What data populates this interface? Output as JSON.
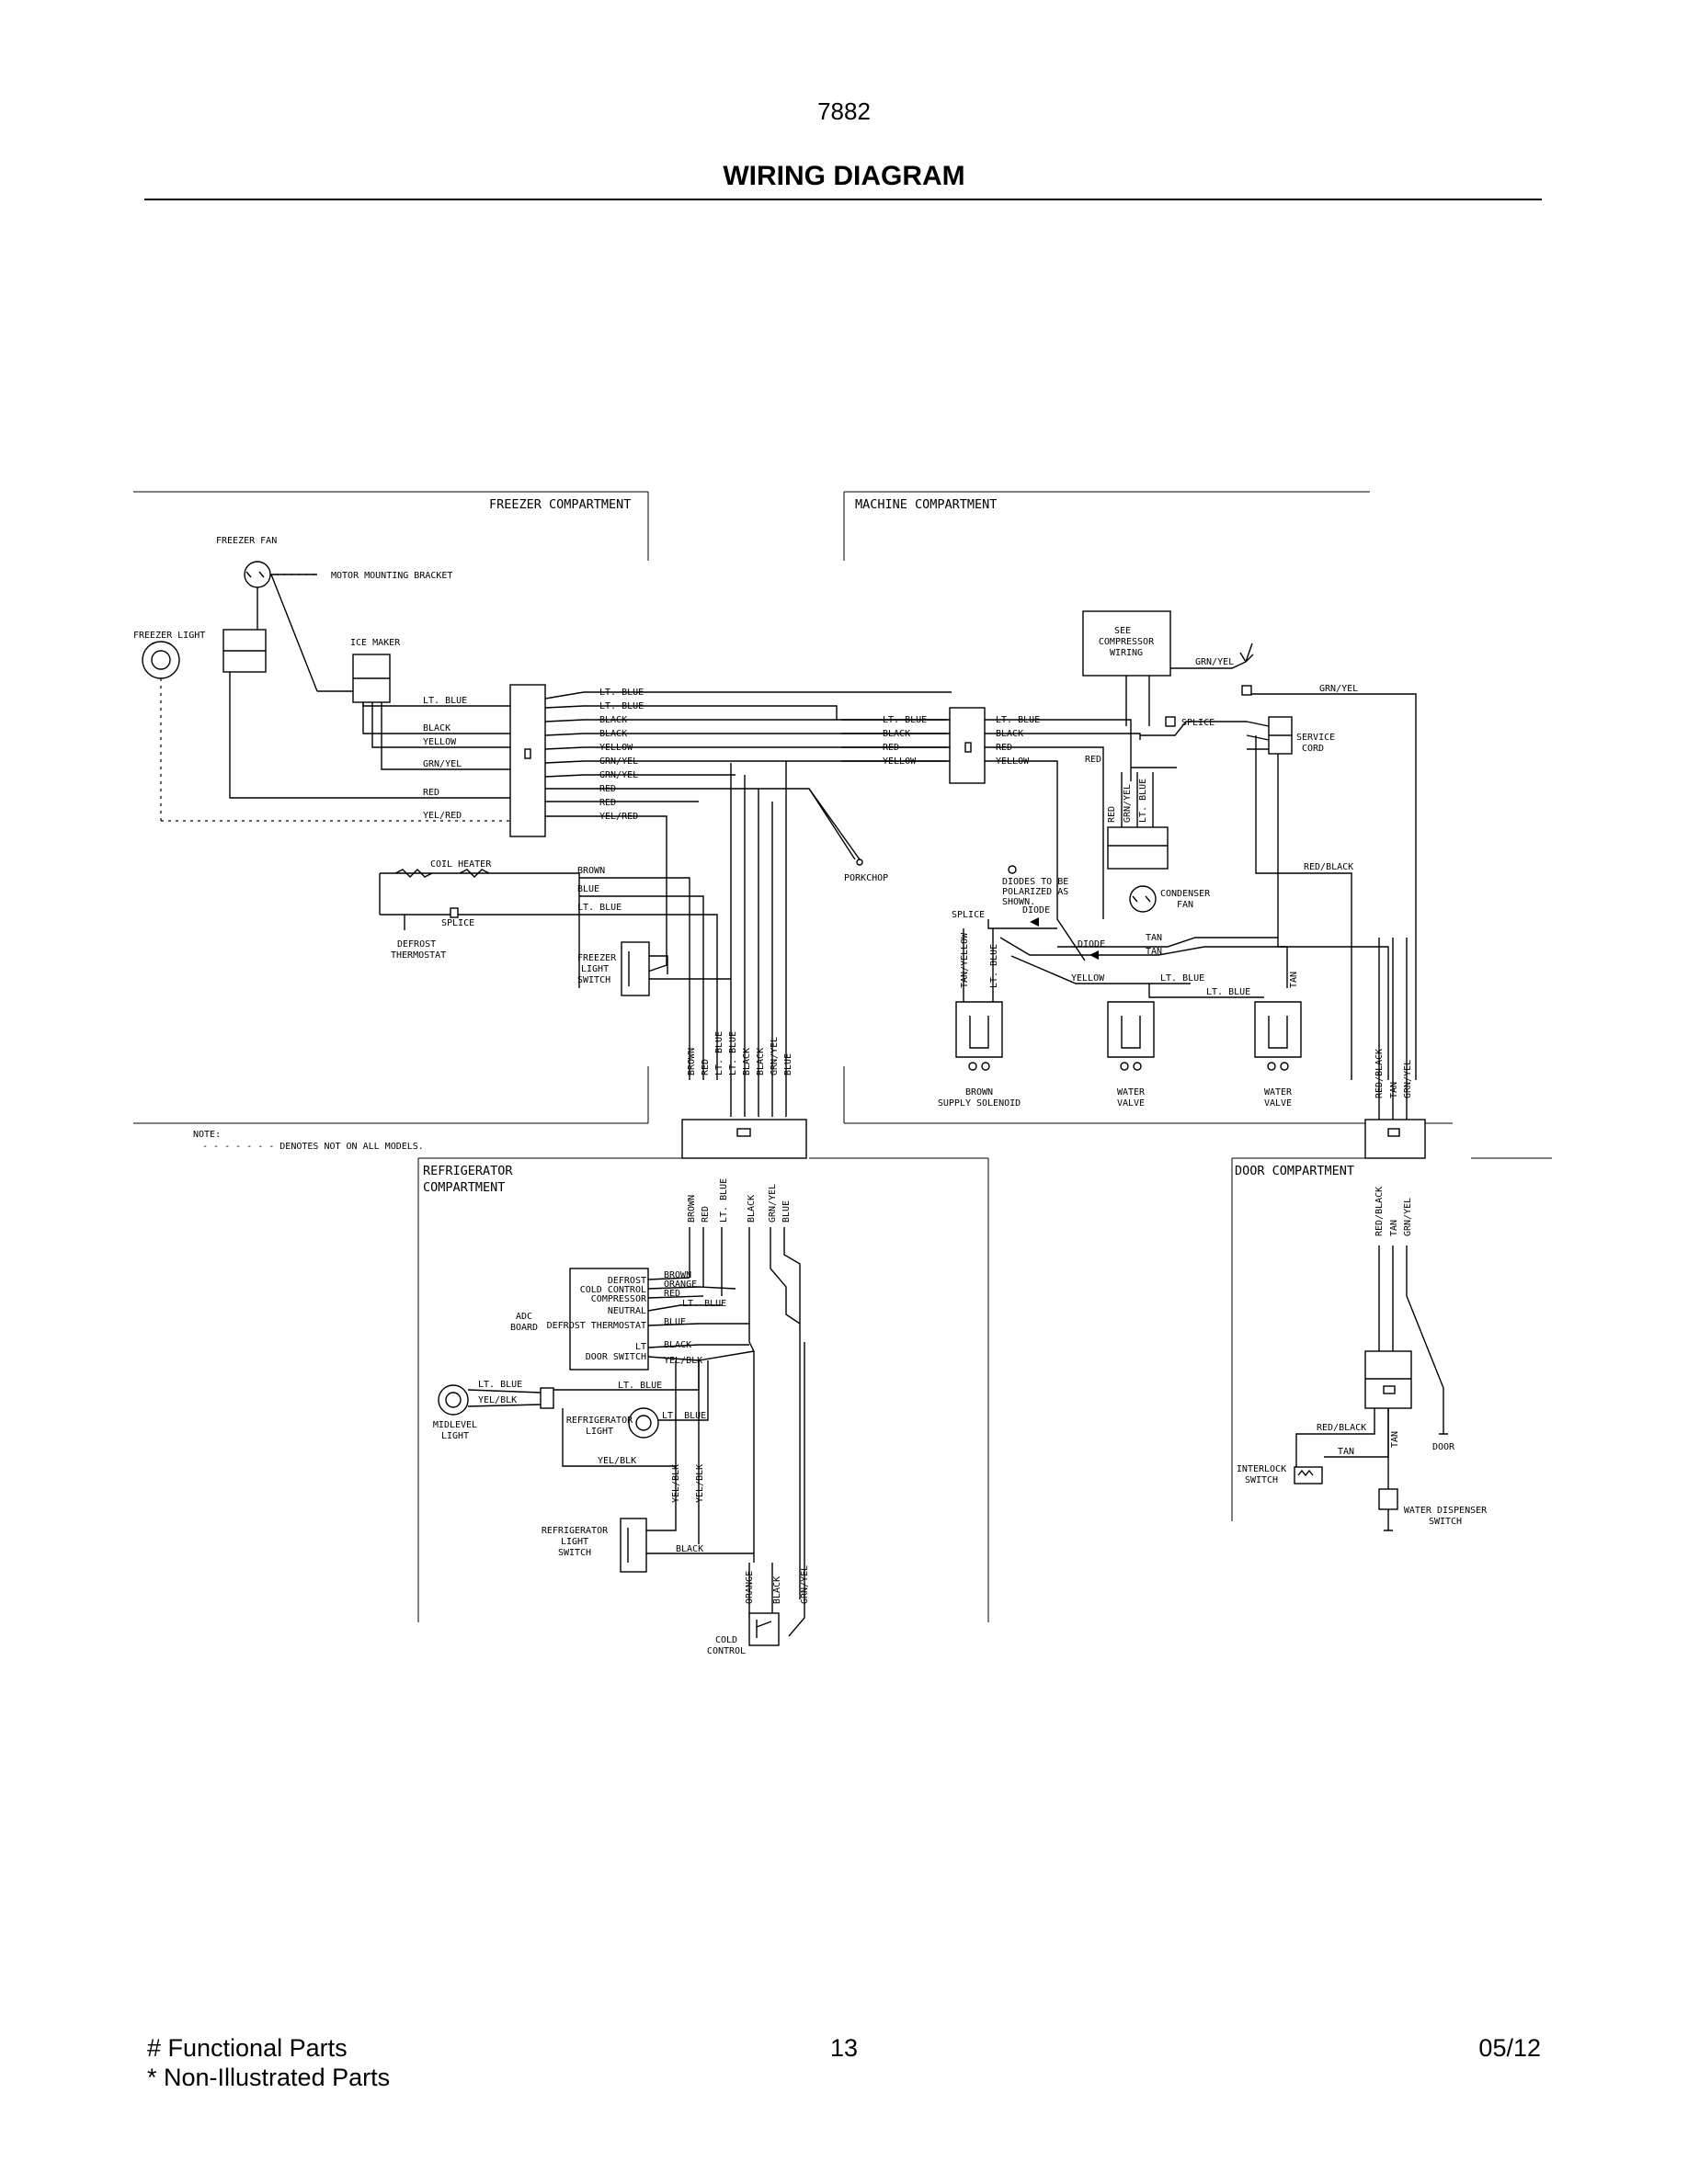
{
  "header": {
    "model": "7882",
    "title": "WIRING DIAGRAM"
  },
  "sections": {
    "freezer": "FREEZER COMPARTMENT",
    "machine": "MACHINE COMPARTMENT",
    "refrigerator": [
      "REFRIGERATOR",
      "COMPARTMENT"
    ],
    "door": "DOOR COMPARTMENT"
  },
  "note": {
    "title": "NOTE:",
    "text": "- - - - - - - DENOTES NOT ON ALL MODELS."
  },
  "components": {
    "freezer_fan": "FREEZER FAN",
    "motor_bracket": "MOTOR MOUNTING BRACKET",
    "freezer_light": "FREEZER LIGHT",
    "ice_maker": "ICE MAKER",
    "coil_heater": "COIL HEATER",
    "splice_freezer": "SPLICE",
    "defrost_thermostat": [
      "DEFROST",
      "THERMOSTAT"
    ],
    "freezer_light_switch": [
      "FREEZER",
      "LIGHT",
      "SWITCH"
    ],
    "porkchop": "PORKCHOP",
    "compressor": [
      "SEE",
      "COMPRESSOR",
      "WIRING"
    ],
    "splice_machine": "SPLICE",
    "service_cord": [
      "SERVICE",
      "CORD"
    ],
    "diodes_note": [
      "DIODES TO BE",
      "POLARIZED AS",
      "SHOWN."
    ],
    "diode_1": "DIODE",
    "diode_2": "DIODE",
    "splice_valve": "SPLICE",
    "condenser_fan": [
      "CONDENSER",
      "FAN"
    ],
    "supply_solenoid": [
      "BROWN",
      "SUPPLY SOLENOID"
    ],
    "water_valve_1": [
      "WATER",
      "VALVE"
    ],
    "water_valve_2": [
      "WATER",
      "VALVE"
    ],
    "adc_board": [
      "ADC",
      "BOARD"
    ],
    "adc_terminals": [
      "DEFROST",
      "COLD CONTROL",
      "COMPRESSOR",
      "NEUTRAL",
      "DEFROST THERMOSTAT",
      "LT",
      "DOOR SWITCH"
    ],
    "midlevel_light": [
      "MIDLEVEL",
      "LIGHT"
    ],
    "refrigerator_light": [
      "REFRIGERATOR",
      "LIGHT"
    ],
    "refrigerator_light_switch": [
      "REFRIGERATOR",
      "LIGHT",
      "SWITCH"
    ],
    "cold_control": [
      "COLD",
      "CONTROL"
    ],
    "interlock_switch": [
      "INTERLOCK",
      "SWITCH"
    ],
    "door": "DOOR",
    "water_dispenser_switch": [
      "WATER DISPENSER",
      "SWITCH"
    ]
  },
  "wires": {
    "freezer_left": [
      "LT. BLUE",
      "BLACK",
      "YELLOW",
      "GRN/YEL",
      "RED",
      "YEL/RED"
    ],
    "freezer_right": [
      "LT. BLUE",
      "LT. BLUE",
      "BLACK",
      "BLACK",
      "YELLOW",
      "GRN/YEL",
      "GRN/YEL",
      "RED",
      "RED",
      "YEL/RED"
    ],
    "heater": [
      "BROWN",
      "BLUE",
      "LT. BLUE"
    ],
    "machine_in": [
      "LT. BLUE",
      "BLACK",
      "RED",
      "YELLOW"
    ],
    "machine_out": [
      "LT. BLUE",
      "BLACK",
      "RED",
      "YELLOW"
    ],
    "machine_misc": [
      "RED",
      "GRN/YEL",
      "GRN/YEL",
      "RED/BLACK",
      "TAN",
      "TAN",
      "YELLOW",
      "LT. BLUE",
      "LT. BLUE"
    ],
    "machine_vertical": [
      "RED",
      "GRN/YEL",
      "LT. BLUE",
      "TAN/YELLOW",
      "LT. BLUE",
      "TAN"
    ],
    "trunk_upper": [
      "BROWN",
      "RED",
      "LT. BLUE",
      "LT. BLUE",
      "BLACK",
      "BLACK",
      "GRN/YEL",
      "BLUE"
    ],
    "door_upper": [
      "RED/BLACK",
      "TAN",
      "GRN/YEL"
    ],
    "trunk_lower": [
      "BROWN",
      "RED",
      "LT. BLUE",
      "BLACK",
      "GRN/YEL",
      "BLUE"
    ],
    "door_lower": [
      "RED/BLACK",
      "TAN",
      "GRN/YEL"
    ],
    "adc_right": [
      "BROWN",
      "ORANGE",
      "RED",
      "LT. BLUE",
      "BLUE",
      "BLACK",
      "YEL/BLK"
    ],
    "fridge_misc": [
      "LT. BLUE",
      "YEL/BLK",
      "LT. BLUE",
      "LT. BLUE",
      "YEL/BLK",
      "BLACK"
    ],
    "fridge_vertical": [
      "YEL/BLK",
      "YEL/BLK",
      "ORANGE",
      "BLACK",
      "GRN/YEL"
    ],
    "door_misc": [
      "RED/BLACK",
      "TAN",
      "TAN"
    ]
  },
  "footer": {
    "line1": "# Functional Parts",
    "line2": "* Non-Illustrated Parts",
    "page": "13",
    "date": "05/12"
  }
}
